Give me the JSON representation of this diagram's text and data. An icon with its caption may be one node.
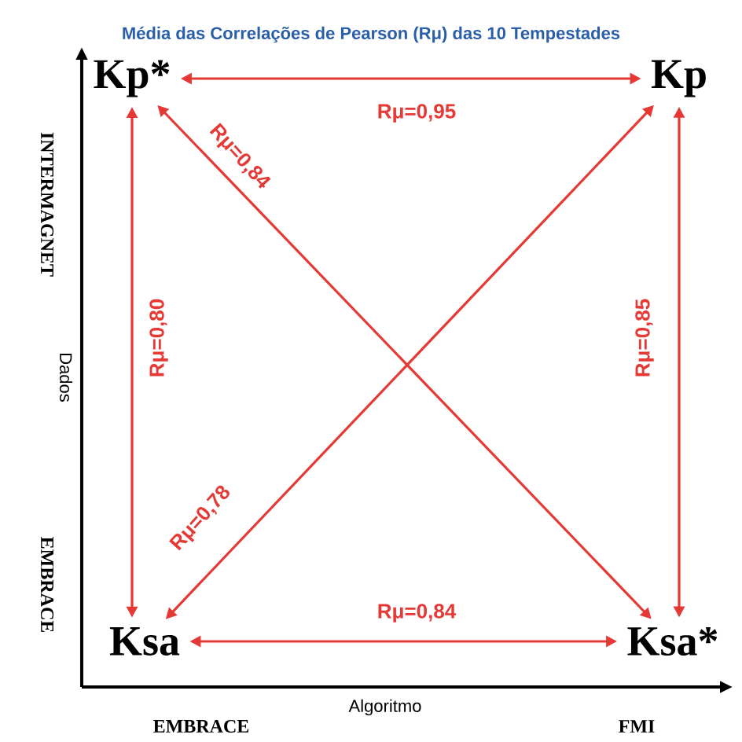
{
  "diagram": {
    "title": "Média das Correlações de Pearson (Rμ) das 10 Tempestades",
    "nodes": [
      {
        "text": [
          "Kp*"
        ]
      },
      {
        "text": [
          "Kp"
        ]
      },
      {
        "text": [
          "Ksa"
        ]
      },
      {
        "text": [
          "Ksa*"
        ]
      }
    ],
    "edges": [
      {
        "from": 0,
        "to": 1,
        "arrow": "both",
        "label": "Rμ=0,95"
      },
      {
        "from": 0,
        "to": 3,
        "arrow": "both",
        "label": "Rμ=0,84"
      },
      {
        "from": 0,
        "to": 2,
        "arrow": "both",
        "label": "Rμ=0,80"
      },
      {
        "from": 1,
        "to": 3,
        "arrow": "both",
        "label": "Rμ=0,85"
      },
      {
        "from": 2,
        "to": 1,
        "arrow": "both",
        "label": "Rμ=0,78"
      },
      {
        "from": 2,
        "to": 3,
        "arrow": "both",
        "label": "Rμ=0,84"
      }
    ],
    "labels": [
      "INTERMAGNET",
      "Dados",
      "EMBRACE",
      "Algoritmo",
      "EMBRACE",
      "FMI"
    ]
  }
}
